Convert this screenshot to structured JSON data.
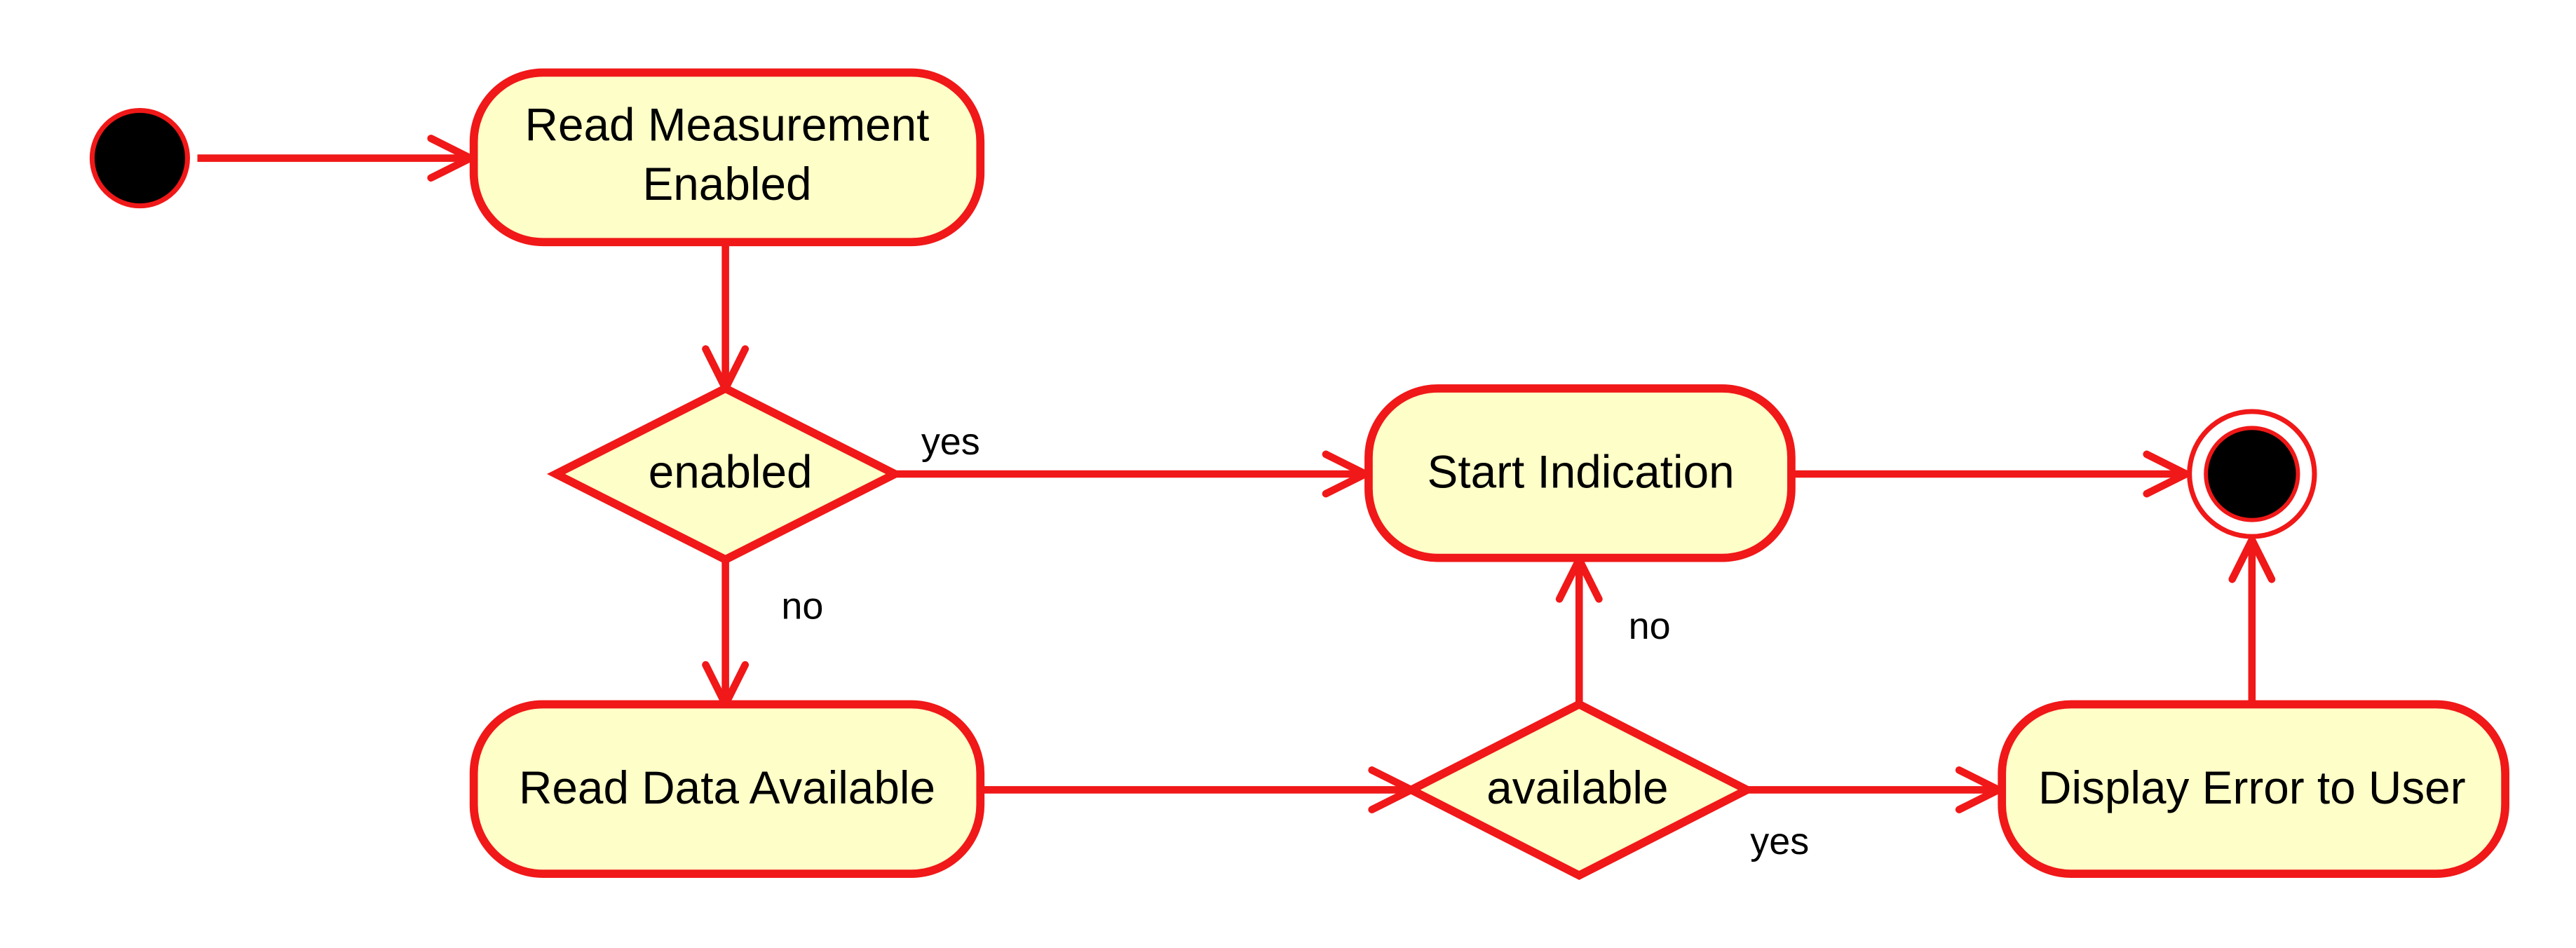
{
  "colors": {
    "stroke": "#f01818",
    "node_fill": "#fefec8",
    "initial_fill": "#000000",
    "text": "#000000",
    "background": "#ffffff"
  },
  "nodes": {
    "read_measurement": {
      "line1": "Read Measurement",
      "line2": "Enabled"
    },
    "enabled_decision": {
      "label": "enabled"
    },
    "start_indication": {
      "label": "Start Indication"
    },
    "read_data_available": {
      "label": "Read Data Available"
    },
    "available_decision": {
      "label": "available"
    },
    "display_error": {
      "label": "Display Error to User"
    }
  },
  "edges": {
    "enabled_yes": "yes",
    "enabled_no": "no",
    "available_no": "no",
    "available_yes": "yes"
  }
}
